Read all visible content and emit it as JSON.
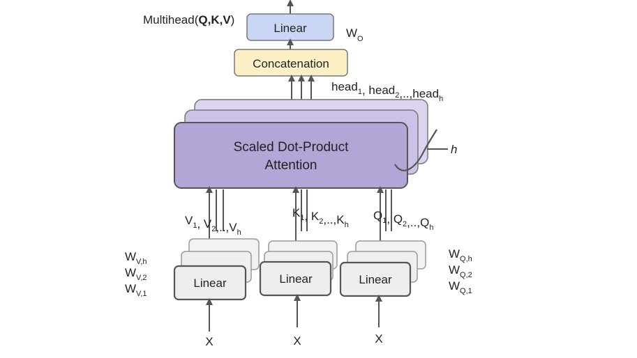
{
  "top_linear": {
    "label": "Linear"
  },
  "output_label": {
    "prefix": "Multihead(",
    "args": "Q,K,V",
    "suffix": ")"
  },
  "wo_label": {
    "base": "W",
    "sub": "O"
  },
  "concat": {
    "label": "Concatenation"
  },
  "heads_label": {
    "parts": [
      {
        "base": "head",
        "sub": "1"
      },
      {
        "sep": ", "
      },
      {
        "base": "head",
        "sub": "2"
      },
      {
        "sep": ",..,"
      },
      {
        "base": "head",
        "sub": "h"
      }
    ]
  },
  "attention": {
    "line1": "Scaled Dot-Product",
    "line2": "Attention"
  },
  "h_label": "h",
  "v_label": {
    "parts": [
      {
        "base": "V",
        "sub": "1"
      },
      {
        "sep": ", "
      },
      {
        "base": "V",
        "sub": "2"
      },
      {
        "sep": ",..,"
      },
      {
        "base": "V",
        "sub": "h"
      }
    ]
  },
  "k_label": {
    "parts": [
      {
        "base": "K",
        "sub": "1"
      },
      {
        "sep": ", "
      },
      {
        "base": "K",
        "sub": "2"
      },
      {
        "sep": ",..,"
      },
      {
        "base": "K",
        "sub": "h"
      }
    ]
  },
  "q_label": {
    "parts": [
      {
        "base": "Q",
        "sub": "1"
      },
      {
        "sep": ", "
      },
      {
        "base": "Q",
        "sub": "2"
      },
      {
        "sep": ",..,"
      },
      {
        "base": "Q",
        "sub": "h"
      }
    ]
  },
  "linear_v": "Linear",
  "linear_k": "Linear",
  "linear_q": "Linear",
  "wv_labels": [
    {
      "base": "W",
      "sub": "V,h"
    },
    {
      "base": "W",
      "sub": "V,2"
    },
    {
      "base": "W",
      "sub": "V,1"
    }
  ],
  "wq_labels": [
    {
      "base": "W",
      "sub": "Q,h"
    },
    {
      "base": "W",
      "sub": "Q,2"
    },
    {
      "base": "W",
      "sub": "Q,1"
    }
  ],
  "inputs": {
    "v": "X",
    "k": "X",
    "q": "X"
  },
  "colors": {
    "top_linear_fill": "#c9d7f5",
    "concat_fill": "#fdf0c6",
    "attention_fill": "#b3a5d6",
    "attention_back_fill": "#d9d0ee",
    "linear_fill": "#eeeeee",
    "stroke": "#555555"
  }
}
